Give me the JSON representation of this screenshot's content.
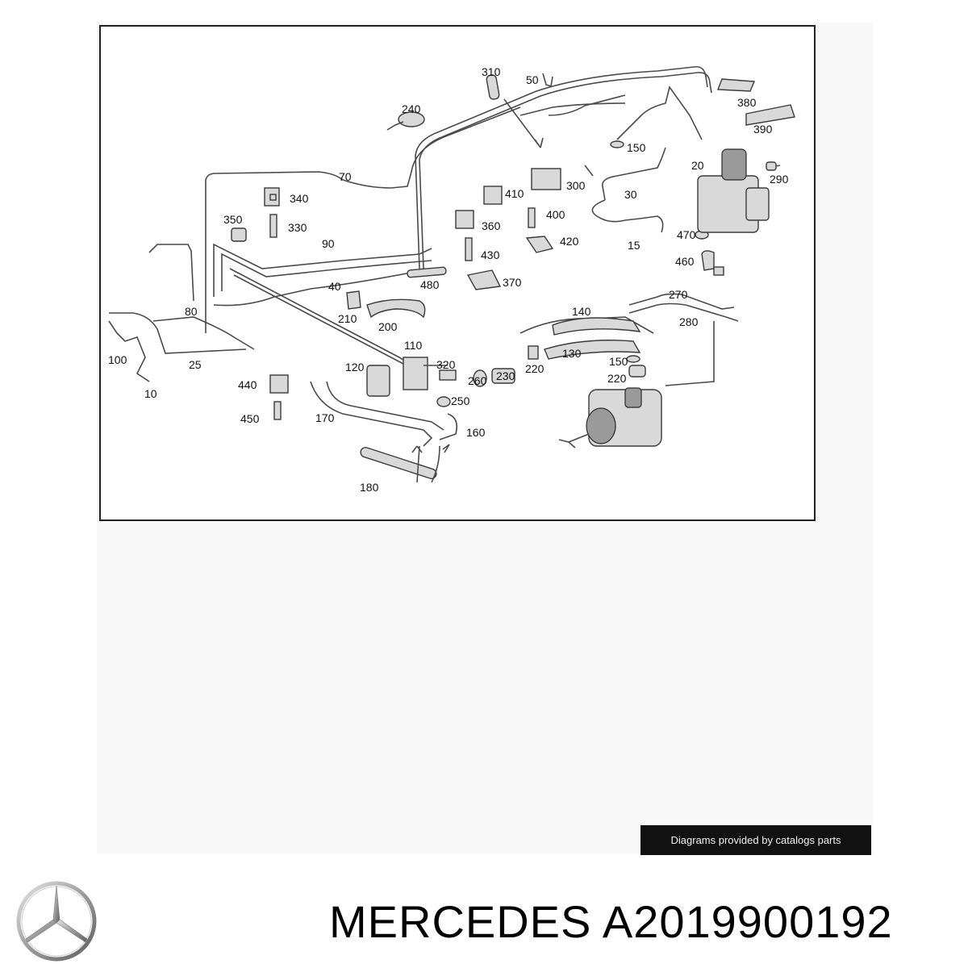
{
  "diagram": {
    "callouts": [
      {
        "id": "c310",
        "text": "310"
      },
      {
        "id": "c50",
        "text": "50"
      },
      {
        "id": "c240",
        "text": "240"
      },
      {
        "id": "c380",
        "text": "380"
      },
      {
        "id": "c390",
        "text": "390"
      },
      {
        "id": "c150a",
        "text": "150"
      },
      {
        "id": "c20",
        "text": "20"
      },
      {
        "id": "c290",
        "text": "290"
      },
      {
        "id": "c70",
        "text": "70"
      },
      {
        "id": "c340",
        "text": "340"
      },
      {
        "id": "c410",
        "text": "410"
      },
      {
        "id": "c300",
        "text": "300"
      },
      {
        "id": "c30",
        "text": "30"
      },
      {
        "id": "c350",
        "text": "350"
      },
      {
        "id": "c330",
        "text": "330"
      },
      {
        "id": "c360",
        "text": "360"
      },
      {
        "id": "c400",
        "text": "400"
      },
      {
        "id": "c90",
        "text": "90"
      },
      {
        "id": "c420",
        "text": "420"
      },
      {
        "id": "c15",
        "text": "15"
      },
      {
        "id": "c470",
        "text": "470"
      },
      {
        "id": "c430",
        "text": "430"
      },
      {
        "id": "c460",
        "text": "460"
      },
      {
        "id": "c480",
        "text": "480"
      },
      {
        "id": "c370",
        "text": "370"
      },
      {
        "id": "c40",
        "text": "40"
      },
      {
        "id": "c270",
        "text": "270"
      },
      {
        "id": "c80",
        "text": "80"
      },
      {
        "id": "c210",
        "text": "210"
      },
      {
        "id": "c140",
        "text": "140"
      },
      {
        "id": "c280",
        "text": "280"
      },
      {
        "id": "c200",
        "text": "200"
      },
      {
        "id": "c110",
        "text": "110"
      },
      {
        "id": "c130",
        "text": "130"
      },
      {
        "id": "c100",
        "text": "100"
      },
      {
        "id": "c25",
        "text": "25"
      },
      {
        "id": "c320",
        "text": "320"
      },
      {
        "id": "c150b",
        "text": "150"
      },
      {
        "id": "c120",
        "text": "120"
      },
      {
        "id": "c230",
        "text": "230"
      },
      {
        "id": "c220a",
        "text": "220"
      },
      {
        "id": "c260",
        "text": "260"
      },
      {
        "id": "c220b",
        "text": "220"
      },
      {
        "id": "c10",
        "text": "10"
      },
      {
        "id": "c440",
        "text": "440"
      },
      {
        "id": "c250",
        "text": "250"
      },
      {
        "id": "c170",
        "text": "170"
      },
      {
        "id": "c160",
        "text": "160"
      },
      {
        "id": "c450",
        "text": "450"
      },
      {
        "id": "c180",
        "text": "180"
      }
    ]
  },
  "credit": {
    "text": "Diagrams provided by catalogs parts"
  },
  "brand": {
    "logo_icon": "mercedes-star-logo-icon"
  },
  "title": {
    "text": "MERCEDES A2019900192"
  }
}
